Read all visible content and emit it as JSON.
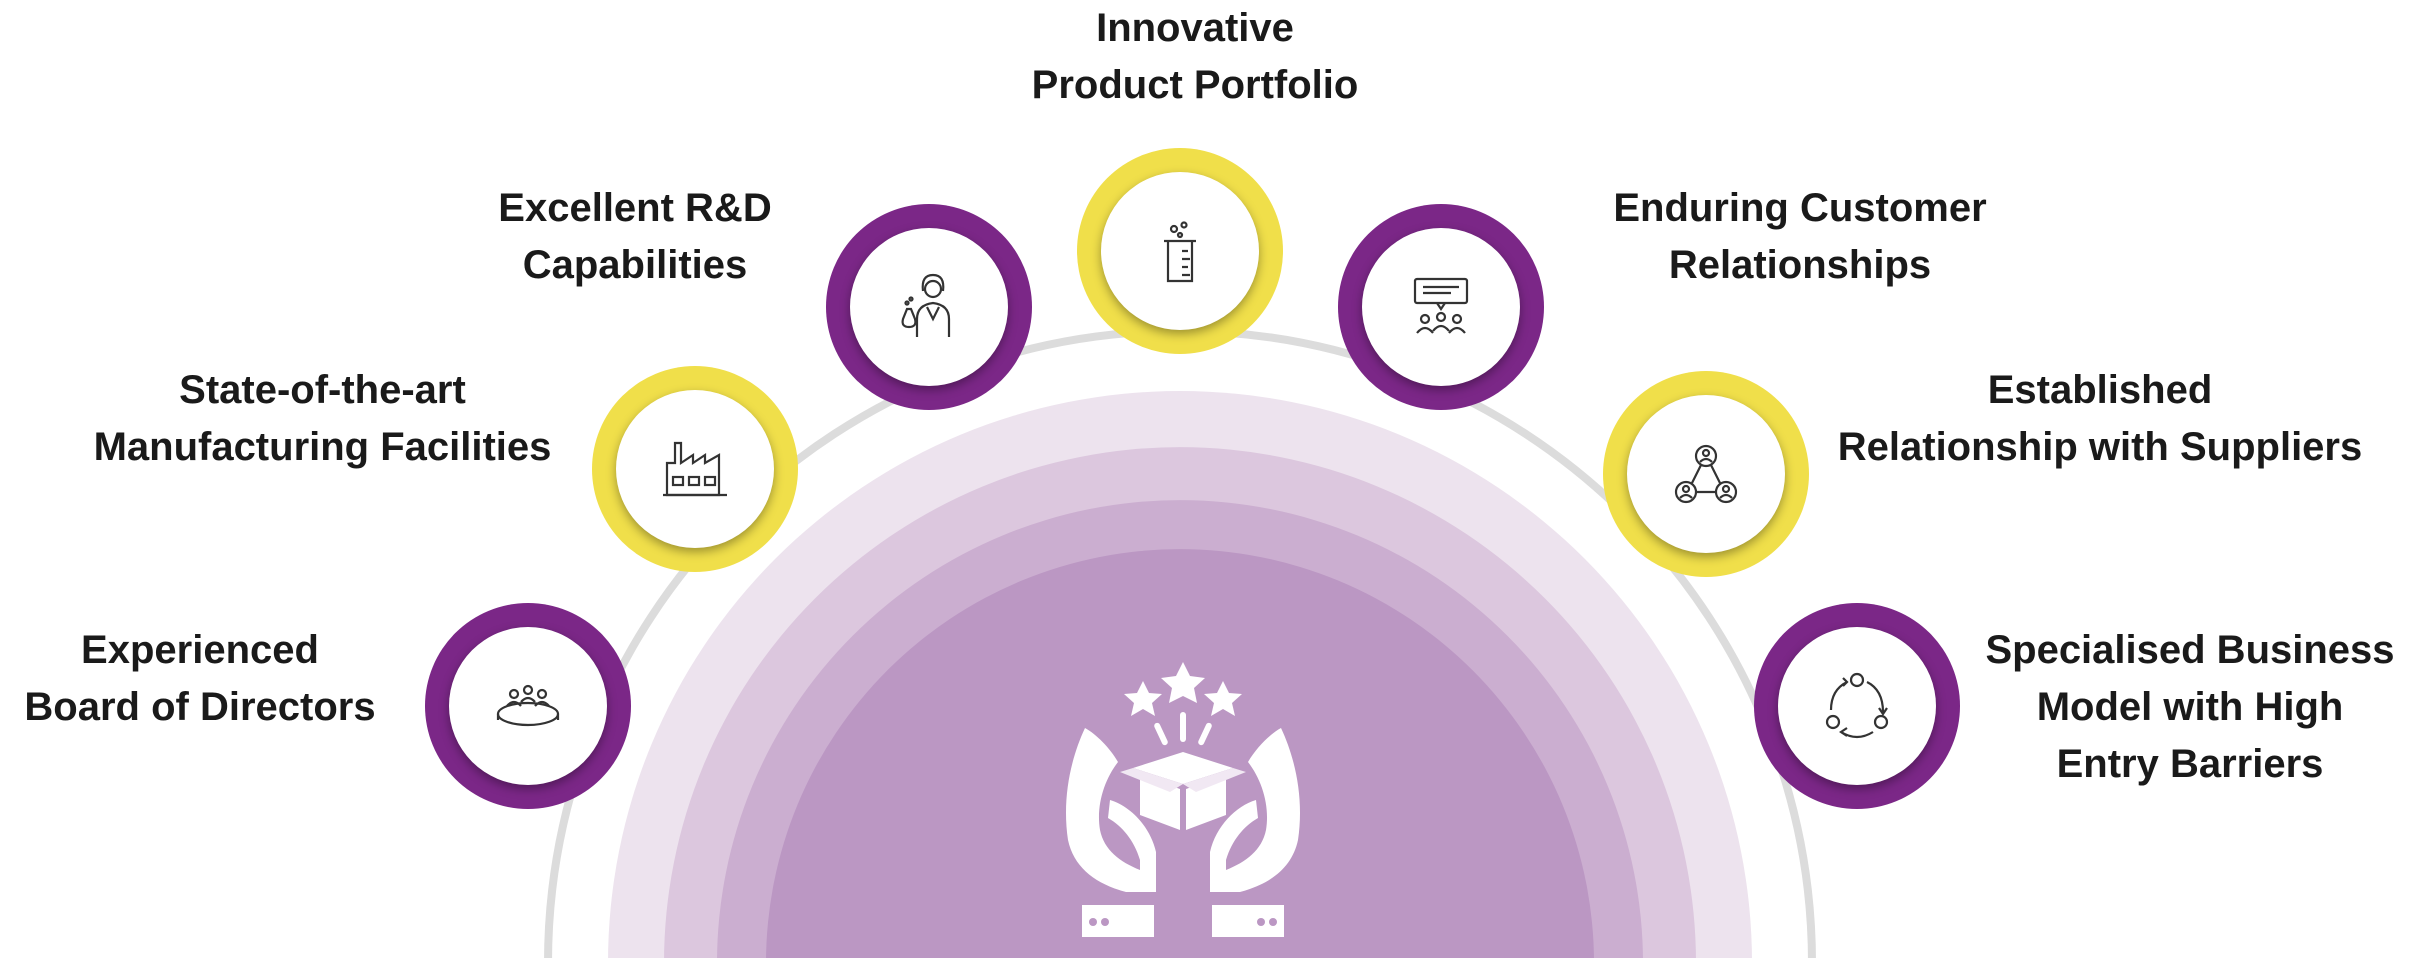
{
  "colors": {
    "purple": "#7b2787",
    "yellow": "#f0df4a",
    "arc": "#dcdcdc",
    "band_outer": "#ede3ee",
    "band_mid": "#dcc7de",
    "band_inner": "#cbaed0",
    "core": "#bb97c3"
  },
  "center": {
    "icon": "hands-gift-box-icon"
  },
  "strengths": [
    {
      "label": "Experienced\nBoard of Directors",
      "icon": "boardroom-table-icon",
      "ring": "purple"
    },
    {
      "label": "State-of-the-art\nManufacturing Facilities",
      "icon": "factory-icon",
      "ring": "yellow"
    },
    {
      "label": "Excellent R&D\nCapabilities",
      "icon": "scientist-icon",
      "ring": "purple"
    },
    {
      "label": "Innovative\nProduct Portfolio",
      "icon": "beaker-icon",
      "ring": "yellow"
    },
    {
      "label": "Enduring Customer\nRelationships",
      "icon": "presentation-audience-icon",
      "ring": "purple"
    },
    {
      "label": "Established\nRelationship with Suppliers",
      "icon": "network-people-icon",
      "ring": "yellow"
    },
    {
      "label": "Specialised Business\nModel with High\nEntry Barriers",
      "icon": "cycle-nodes-icon",
      "ring": "purple"
    }
  ]
}
